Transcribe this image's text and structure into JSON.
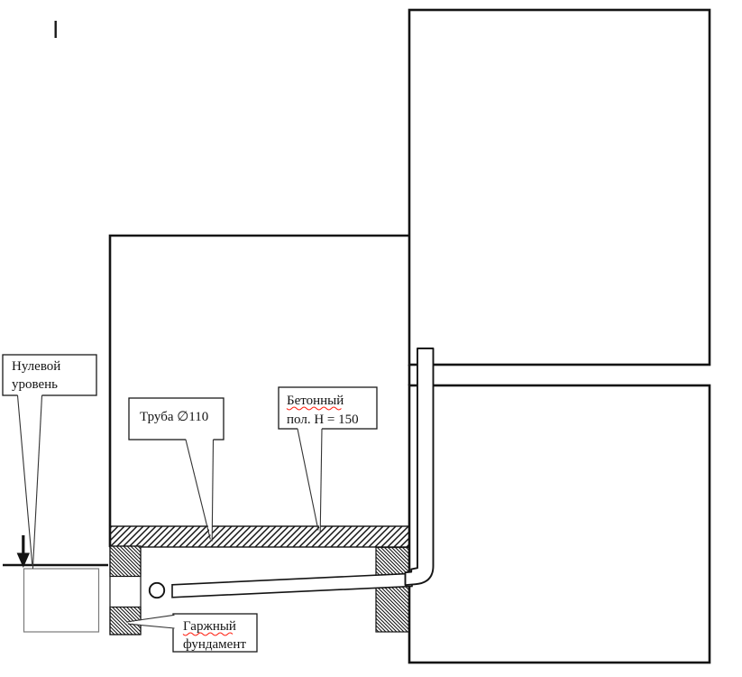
{
  "callouts": {
    "zero_level": {
      "line1": "Нулевой",
      "line2": "уровень"
    },
    "pipe": {
      "line1": "Труба ∅110"
    },
    "concrete_floor": {
      "line1": "Бетонный",
      "line2": "пол. Н = 150"
    },
    "garage_foundation": {
      "line1": "Гаржный",
      "line2": "фундамент"
    }
  },
  "colors": {
    "line": "#141414",
    "spellcheck_underline": "#ff1f10",
    "pit_square_border": "#7a7a7a",
    "background": "#ffffff"
  }
}
